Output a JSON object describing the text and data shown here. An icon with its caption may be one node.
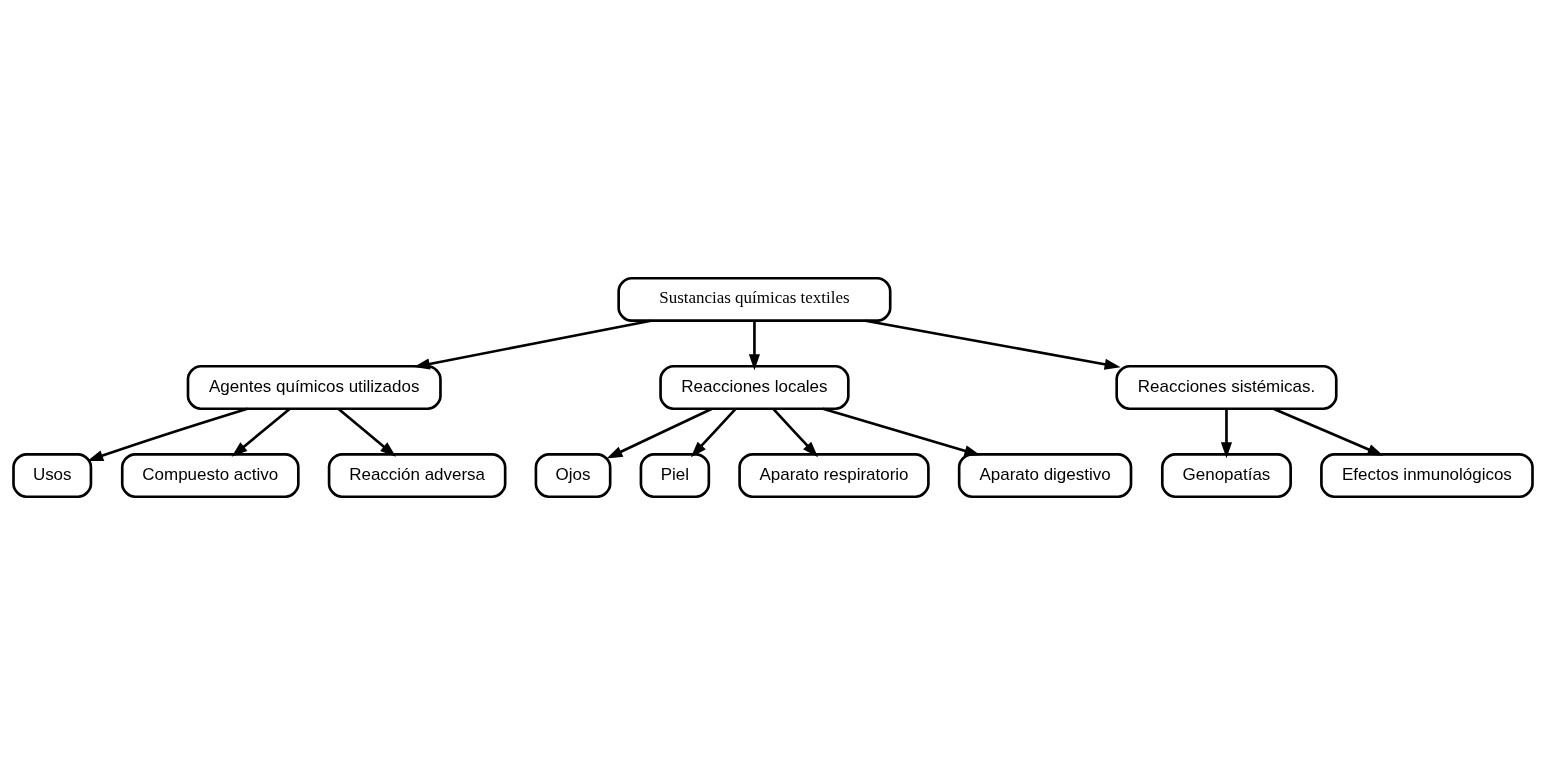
{
  "diagram": {
    "nodes": [
      {
        "text": [
          "Sustancias químicas textiles"
        ]
      },
      {
        "text": [
          "Agentes químicos utilizados"
        ]
      },
      {
        "text": [
          "Reacciones locales"
        ]
      },
      {
        "text": [
          "Reacciones sistémicas."
        ]
      },
      {
        "text": [
          "Usos"
        ]
      },
      {
        "text": [
          "Compuesto activo"
        ]
      },
      {
        "text": [
          "Reacción adversa"
        ]
      },
      {
        "text": [
          "Ojos"
        ]
      },
      {
        "text": [
          "Piel"
        ]
      },
      {
        "text": [
          "Aparato respiratorio"
        ]
      },
      {
        "text": [
          "Aparato digestivo"
        ]
      },
      {
        "text": [
          "Genopatías"
        ]
      },
      {
        "text": [
          "Efectos inmunológicos"
        ]
      }
    ],
    "edges": [
      {
        "from": 0,
        "to": 1,
        "arrow": "to"
      },
      {
        "from": 0,
        "to": 2,
        "arrow": "to"
      },
      {
        "from": 0,
        "to": 3,
        "arrow": "to"
      },
      {
        "from": 1,
        "to": 4,
        "arrow": "to"
      },
      {
        "from": 1,
        "to": 5,
        "arrow": "to"
      },
      {
        "from": 1,
        "to": 6,
        "arrow": "to"
      },
      {
        "from": 2,
        "to": 7,
        "arrow": "to"
      },
      {
        "from": 2,
        "to": 8,
        "arrow": "to"
      },
      {
        "from": 2,
        "to": 9,
        "arrow": "to"
      },
      {
        "from": 2,
        "to": 10,
        "arrow": "to"
      },
      {
        "from": 3,
        "to": 11,
        "arrow": "to"
      },
      {
        "from": 3,
        "to": 12,
        "arrow": "to"
      }
    ]
  }
}
